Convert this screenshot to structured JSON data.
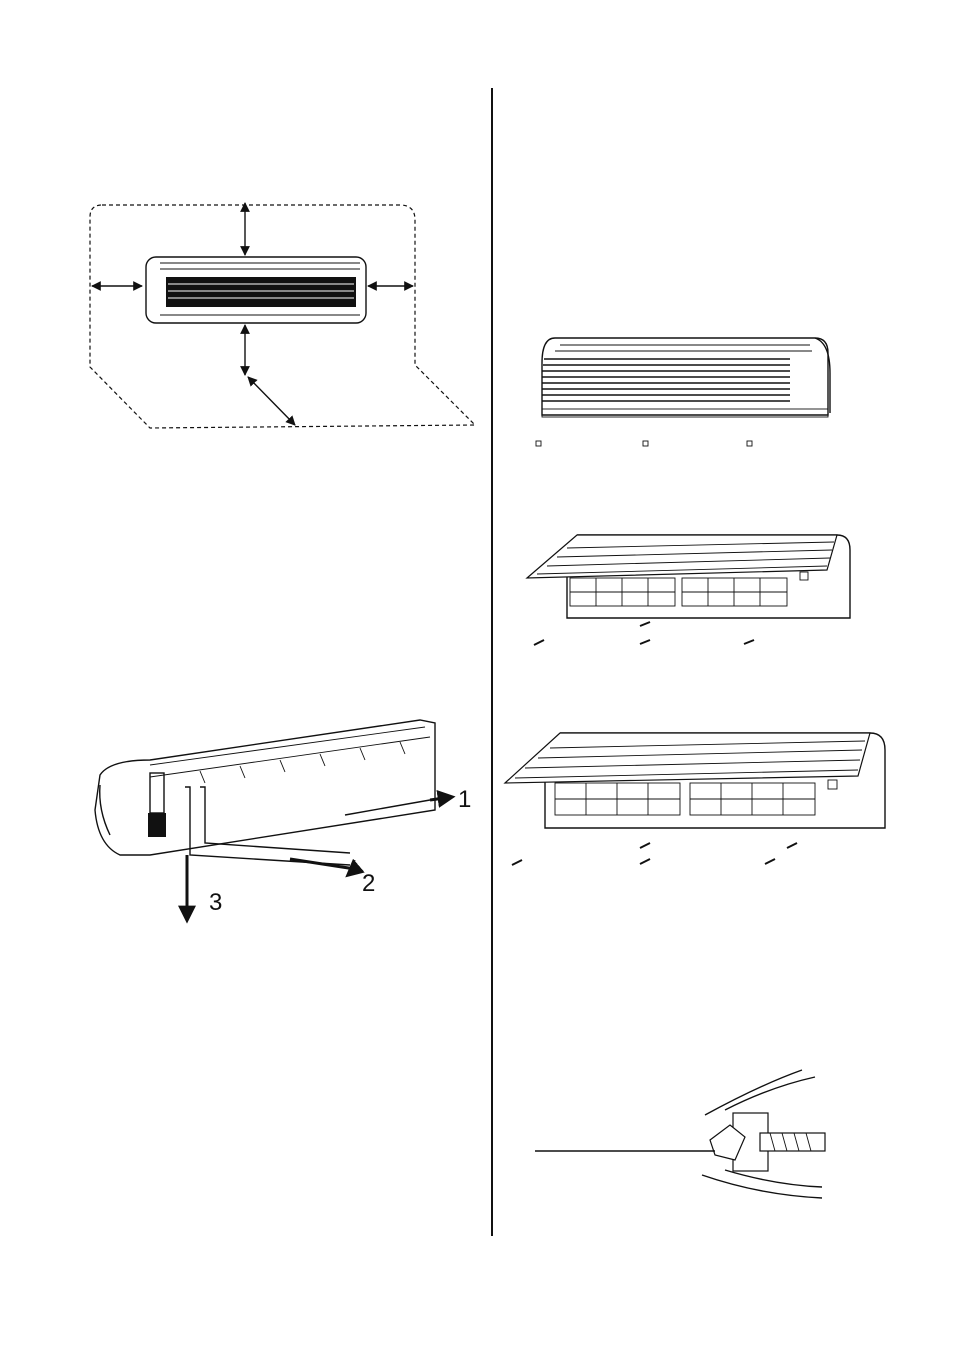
{
  "figures": {
    "clearance": {
      "icon": "clearance-diagram"
    },
    "piping": {
      "labels": [
        "1",
        "2",
        "3"
      ]
    },
    "unit_front": {
      "icon": "unit-front-view"
    },
    "unit_panel_open": {
      "icon": "unit-panel-open"
    },
    "unit_panel_open_large": {
      "icon": "unit-panel-open-large"
    },
    "screw_detail": {
      "icon": "screw-cap-detail"
    }
  },
  "colors": {
    "line": "#111111",
    "background": "#ffffff"
  }
}
